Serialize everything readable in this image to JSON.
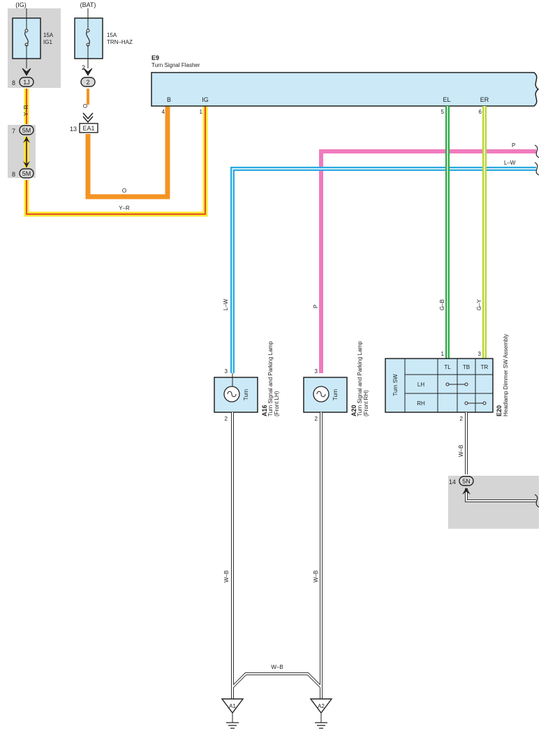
{
  "power": {
    "ig": {
      "supply": "(IG)",
      "fuse_rating": "15A",
      "fuse_name": "IG1"
    },
    "bat": {
      "supply": "(BAT)",
      "fuse_rating": "15A",
      "fuse_name": "TRN–HAZ"
    }
  },
  "connectors": {
    "c1j": {
      "label": "1J",
      "pin": "8"
    },
    "c2": {
      "label": "2",
      "pin": "2"
    },
    "c5m_top": {
      "label": "5M",
      "pin": "7"
    },
    "c5m_bot": {
      "label": "5M",
      "pin": "8"
    },
    "ea1": {
      "label": "EA1",
      "pin": "13"
    },
    "c5n": {
      "label": "5N",
      "pin": "14"
    }
  },
  "flasher": {
    "code": "E9",
    "name": "Turn Signal Flasher",
    "terminals": {
      "b": "B",
      "ig": "IG",
      "el": "EL",
      "er": "ER"
    },
    "pins": {
      "b": "4",
      "ig": "1",
      "el": "5",
      "er": "6"
    }
  },
  "wires": {
    "y_r_1": "Y–R",
    "o_1": "O",
    "o_2": "O",
    "y_r_2": "Y–R",
    "p_top": "P",
    "lw_top": "L–W",
    "lw_vert": "L–W",
    "p_vert": "P",
    "g_b": "G–B",
    "g_y": "G–Y",
    "w_b_sw": "W–B",
    "w_b_a16": "W–B",
    "w_b_a20": "W–B",
    "w_b_join": "W–B"
  },
  "colors": {
    "orange": "#F39423",
    "yellow": "#F7E72A",
    "red": "#E53A2E",
    "pink": "#F07BBE",
    "blue": "#29A9E0",
    "green": "#2EAA46",
    "lime": "#B8D532",
    "component_fill": "#CBE9F7",
    "gray_box": "#D5D5D5"
  },
  "lamps": {
    "a16": {
      "code": "A16",
      "name": "Turn Signal and Parking Lamp",
      "side": "(Front LH)",
      "inner_label": "Turn",
      "pin_top": "3",
      "pin_bottom": "2"
    },
    "a20": {
      "code": "A20",
      "name": "Turn Signal and Parking Lamp",
      "side": "(Front RH)",
      "inner_label": "Turn",
      "pin_top": "3",
      "pin_bottom": "2"
    }
  },
  "switch": {
    "code": "E20",
    "name": "Headlamp Dimmer SW Assembly",
    "group": "Turn SW",
    "cols": [
      "TL",
      "TB",
      "TR"
    ],
    "rows": [
      "LH",
      "RH"
    ],
    "pin_tl": "1",
    "pin_tr": "3",
    "pin_bottom": "2"
  },
  "grounds": {
    "a1": "A1",
    "a2": "A2"
  },
  "icons": [
    "fuse-icon",
    "lamp-bulb-icon",
    "ground-icon",
    "connector-arrow-icon"
  ]
}
